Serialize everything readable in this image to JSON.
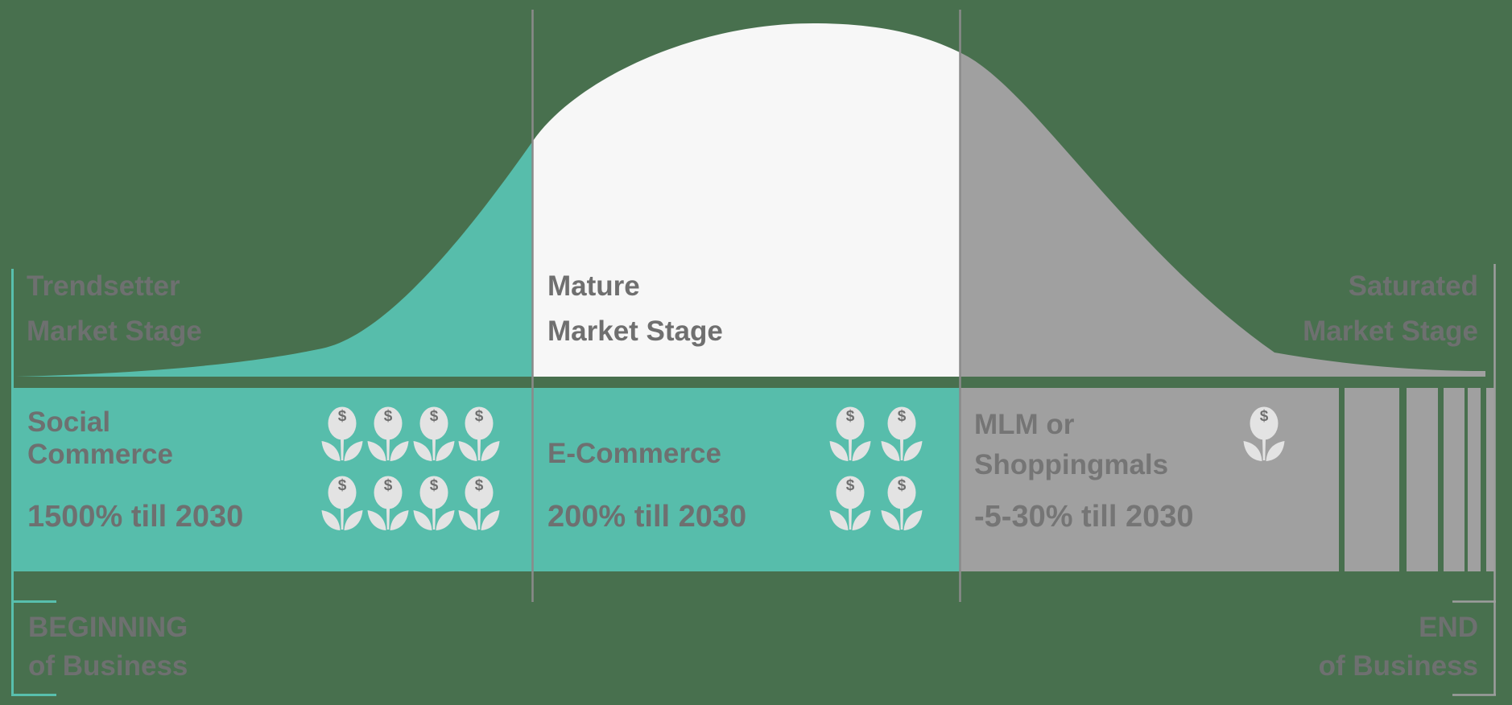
{
  "stages": [
    {
      "stage_label_line1": "Trendsetter",
      "stage_label_line2": "Market Stage",
      "category_line1": "Social",
      "category_line2": "Commerce",
      "growth": "1500% till 2030",
      "flower_icon_count": 8
    },
    {
      "stage_label_line1": "Mature",
      "stage_label_line2": "Market Stage",
      "category_line1": "E-Commerce",
      "growth": "200% till 2030",
      "flower_icon_count": 4
    },
    {
      "stage_label_line1": "Saturated",
      "stage_label_line2": "Market Stage",
      "category_line1": "MLM or",
      "category_line2": "Shoppingmals",
      "growth": "-5-30% till 2030",
      "flower_icon_count": 1
    }
  ],
  "timeline": {
    "begin_line1": "BEGINNING",
    "begin_line2": "of Business",
    "end_line1": "END",
    "end_line2": "of Business"
  },
  "icons": {
    "dollar": "$"
  },
  "colors": {
    "background": "#48704e",
    "curve_trendsetter": "#57bdab",
    "curve_mature": "#f7f7f7",
    "curve_saturated": "#a0a0a0",
    "band_teal": "#57bdab",
    "band_gray": "#a0a0a0",
    "fade_bar": "#a0a0a0",
    "flower": "#e3e3e3",
    "divider": "#8a8a8a",
    "accent_teal": "#58bfad",
    "accent_gray": "#9e9e9e"
  }
}
